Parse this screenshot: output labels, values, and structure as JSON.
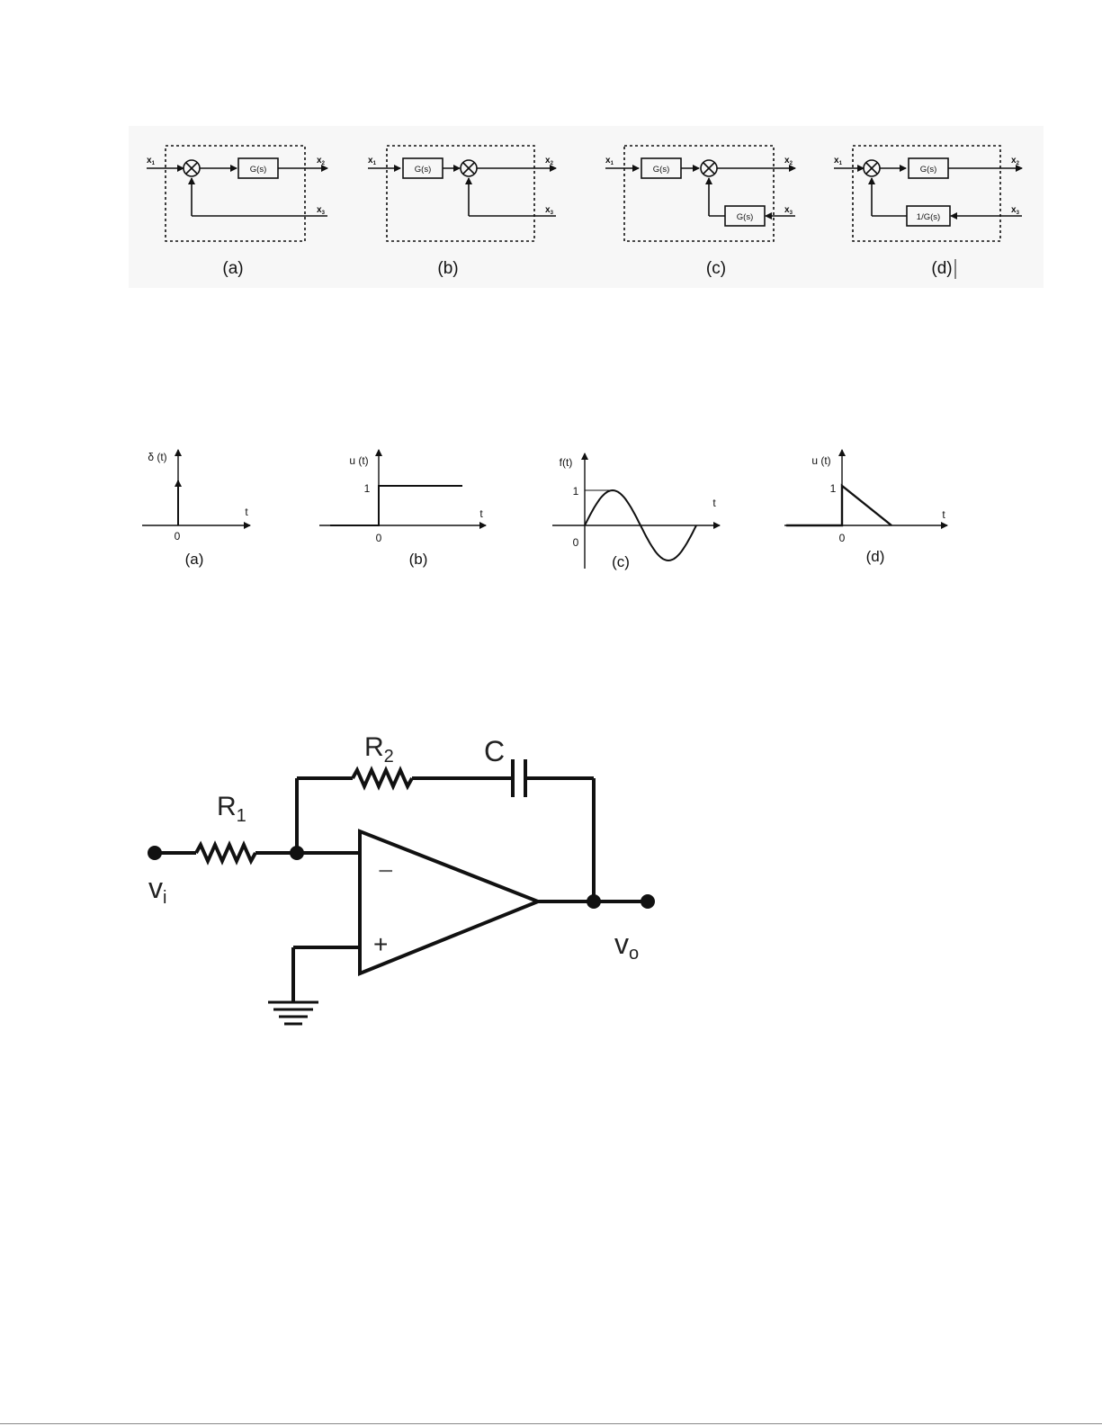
{
  "block_diagrams": {
    "input_label": "x",
    "input_sub": "1",
    "output_label": "x",
    "output_sub": "2",
    "feedback_label": "x",
    "feedback_sub": "3",
    "g_block": "G(s)",
    "inverse_block": "1/G(s)",
    "captions": [
      "(a)",
      "(b)",
      "(c)",
      "(d)"
    ]
  },
  "signal_plots": {
    "captions": [
      "(a)",
      "(b)",
      "(c)",
      "(d)"
    ],
    "y_labels": [
      "δ (t)",
      "u (t)",
      "f(t)",
      "u (t)"
    ],
    "t_label": "t",
    "zero_label": "0",
    "one_label": "1"
  },
  "circuit": {
    "r1": "R",
    "r1_sub": "1",
    "r2": "R",
    "r2_sub": "2",
    "cap": "C",
    "vin": "v",
    "vin_sub": "i",
    "vout": "v",
    "vout_sub": "o",
    "minus": "−",
    "plus": "+"
  }
}
